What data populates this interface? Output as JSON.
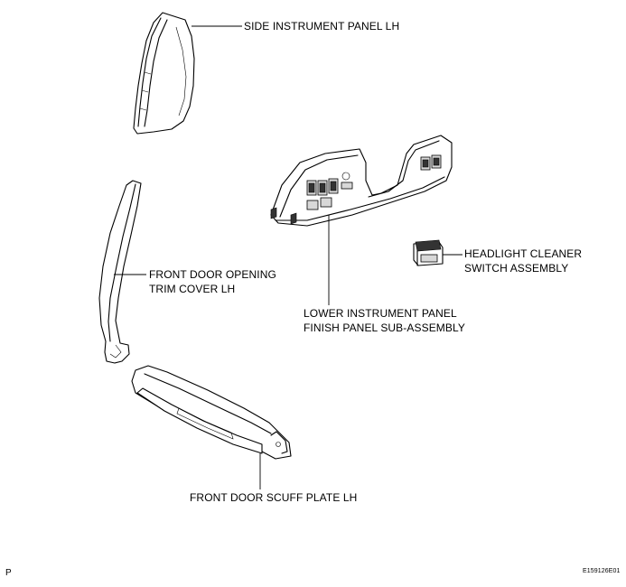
{
  "labels": {
    "side_instrument_panel": "SIDE INSTRUMENT PANEL LH",
    "front_door_opening_line1": "FRONT DOOR OPENING",
    "front_door_opening_line2": "TRIM COVER LH",
    "headlight_cleaner_line1": "HEADLIGHT CLEANER",
    "headlight_cleaner_line2": "SWITCH ASSEMBLY",
    "lower_panel_line1": "LOWER INSTRUMENT PANEL",
    "lower_panel_line2": "FINISH PANEL SUB-ASSEMBLY",
    "scuff_plate": "FRONT DOOR SCUFF PLATE LH"
  },
  "corner_letter": "P",
  "figure_code": "E159126E01"
}
